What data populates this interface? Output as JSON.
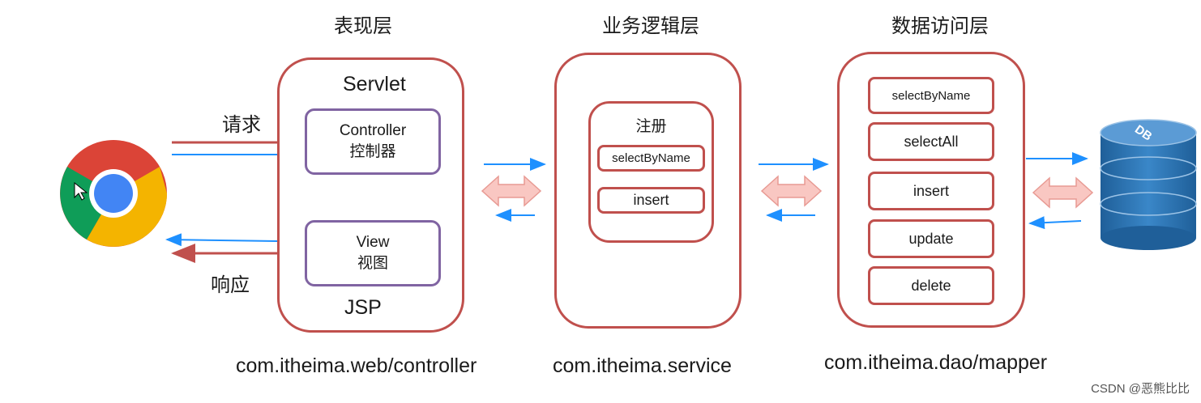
{
  "layers": {
    "presentation": {
      "title": "表现层",
      "top_label": "Servlet",
      "bottom_label": "JSP",
      "package": "com.itheima.web/controller"
    },
    "business": {
      "title": "业务逻辑层",
      "package": "com.itheima.service"
    },
    "data_access": {
      "title": "数据访问层",
      "package": "com.itheima.dao/mapper"
    }
  },
  "controller": {
    "line1": "Controller",
    "line2": "控制器"
  },
  "view": {
    "line1": "View",
    "line2": "视图"
  },
  "service_group": {
    "title": "注册",
    "methods": [
      "selectByName",
      "insert"
    ]
  },
  "mapper_methods": [
    "selectByName",
    "selectAll",
    "insert",
    "update",
    "delete"
  ],
  "browser": {
    "request_label": "请求",
    "response_label": "响应"
  },
  "database": {
    "label": "DB"
  },
  "watermark": "CSDN @恶熊比比",
  "colors": {
    "layer_border": "#c0504d",
    "inner_border": "#8064a2",
    "blue_arrow": "#1e90ff",
    "red_arrow": "#c0504d",
    "double_arrow_fill": "#f9c7c2",
    "db_blue": "#2e75b6"
  }
}
